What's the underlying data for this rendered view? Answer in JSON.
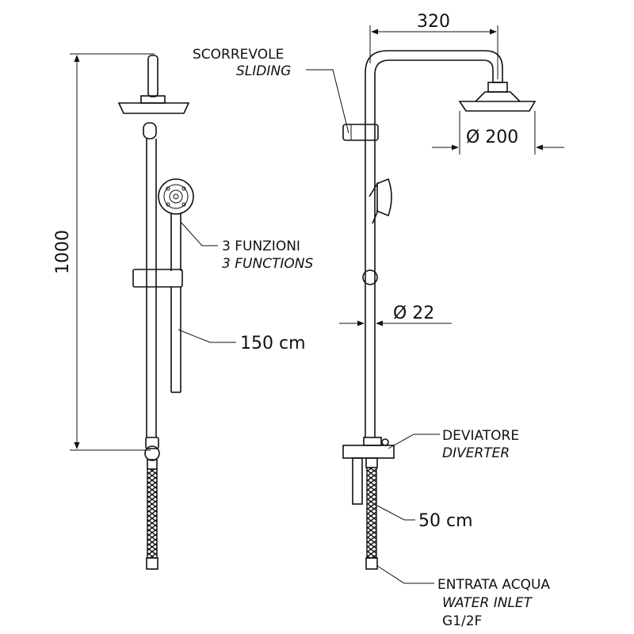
{
  "dimensions": {
    "width": "320",
    "head_diameter": "Ø 200",
    "pipe_diameter": "Ø 22",
    "height": "1000"
  },
  "callouts": {
    "sliding": {
      "it": "SCORREVOLE",
      "en": "SLIDING"
    },
    "functions": {
      "it": "3 FUNZIONI",
      "en": "3 FUNCTIONS"
    },
    "hose_length": "150 cm",
    "diverter": {
      "it": "DEVIATORE",
      "en": "DIVERTER"
    },
    "inlet_hose": "50 cm",
    "water_inlet": {
      "it": "ENTRATA  ACQUA",
      "en": "WATER INLET",
      "thread": "G1/2F"
    }
  }
}
